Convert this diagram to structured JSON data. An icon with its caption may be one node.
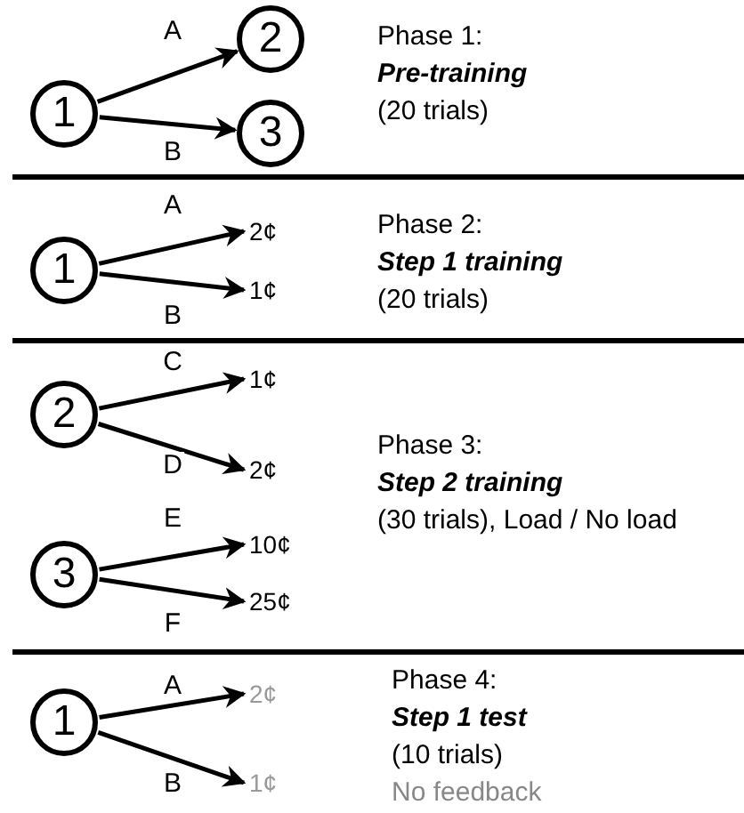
{
  "diagram": {
    "nodes": [
      {
        "text": [
          "1"
        ]
      },
      {
        "text": [
          "2"
        ]
      },
      {
        "text": [
          "3"
        ]
      },
      {
        "text": [
          "1"
        ]
      },
      {
        "text": [
          "2¢"
        ]
      },
      {
        "text": [
          "1¢"
        ]
      },
      {
        "text": [
          "2"
        ]
      },
      {
        "text": [
          "1¢"
        ]
      },
      {
        "text": [
          "2¢"
        ]
      },
      {
        "text": [
          "3"
        ]
      },
      {
        "text": [
          "10¢"
        ]
      },
      {
        "text": [
          "25¢"
        ]
      },
      {
        "text": [
          "1"
        ]
      },
      {
        "text": [
          "2¢"
        ]
      },
      {
        "text": [
          "1¢"
        ]
      }
    ],
    "edges": [
      {
        "from": 0,
        "to": 1,
        "arrow": "to",
        "label": "A"
      },
      {
        "from": 0,
        "to": 2,
        "arrow": "to",
        "label": "B"
      },
      {
        "from": 3,
        "to": 4,
        "arrow": "to",
        "label": "A"
      },
      {
        "from": 3,
        "to": 5,
        "arrow": "to",
        "label": "B"
      },
      {
        "from": 6,
        "to": 7,
        "arrow": "to",
        "label": "C"
      },
      {
        "from": 6,
        "to": 8,
        "arrow": "to",
        "label": "D"
      },
      {
        "from": 9,
        "to": 10,
        "arrow": "to",
        "label": "E"
      },
      {
        "from": 9,
        "to": 11,
        "arrow": "to",
        "label": "F"
      },
      {
        "from": 12,
        "to": 13,
        "arrow": "to",
        "label": "A"
      },
      {
        "from": 12,
        "to": 14,
        "arrow": "to",
        "label": "B"
      }
    ],
    "labels": [
      "Phase 1:",
      "Pre-training",
      "(20 trials)",
      "Phase 2:",
      "Step 1 training",
      "(20 trials)",
      "Phase 3:",
      "Step 2 training",
      "(30 trials), Load / No load",
      "Phase 4:",
      "Step 1 test",
      "(10 trials)",
      "No feedback"
    ]
  }
}
